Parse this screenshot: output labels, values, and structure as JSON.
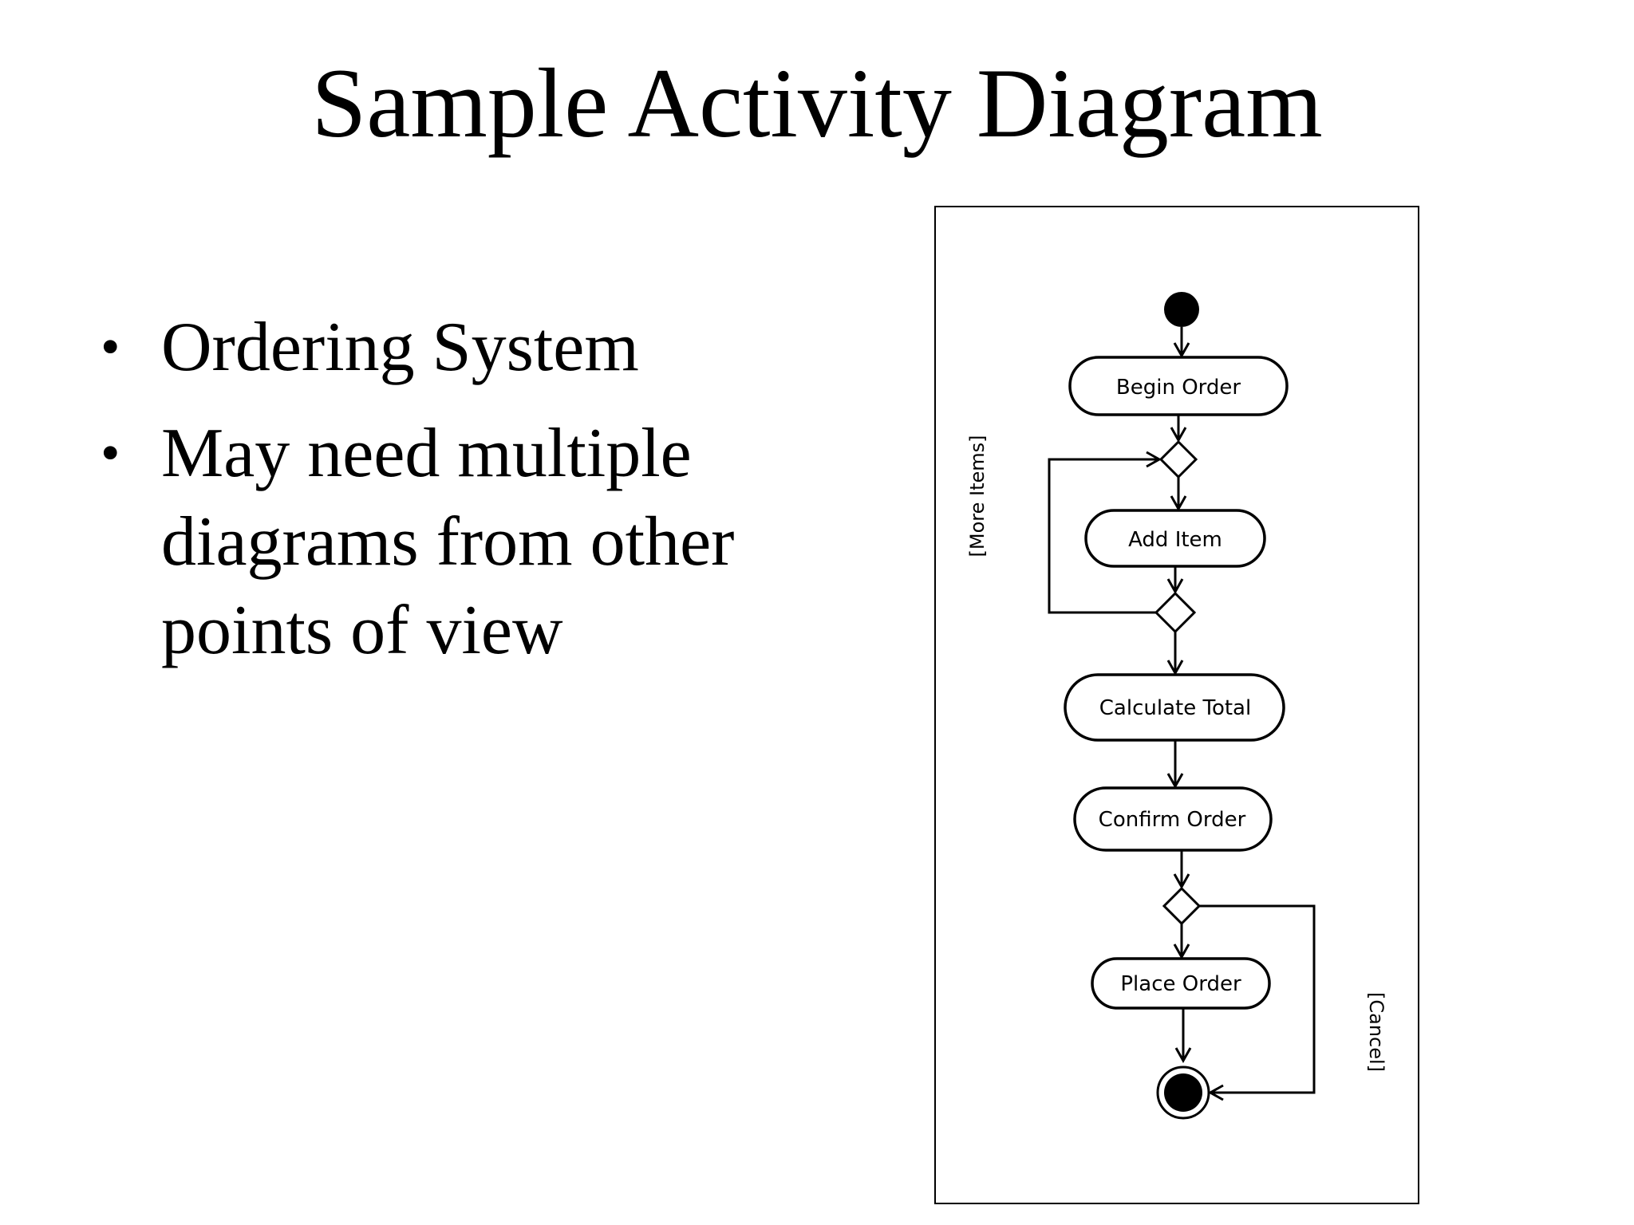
{
  "slide": {
    "title": "Sample Activity Diagram",
    "bullets": [
      "Ordering System",
      "May need multiple diagrams from other points of view"
    ]
  },
  "diagram": {
    "activities": {
      "begin_order": "Begin Order",
      "add_item": "Add Item",
      "calculate_total": "Calculate Total",
      "confirm_order": "Confirm Order",
      "place_order": "Place Order"
    },
    "guards": {
      "more_items": "[More Items]",
      "cancel": "[Cancel]"
    }
  }
}
